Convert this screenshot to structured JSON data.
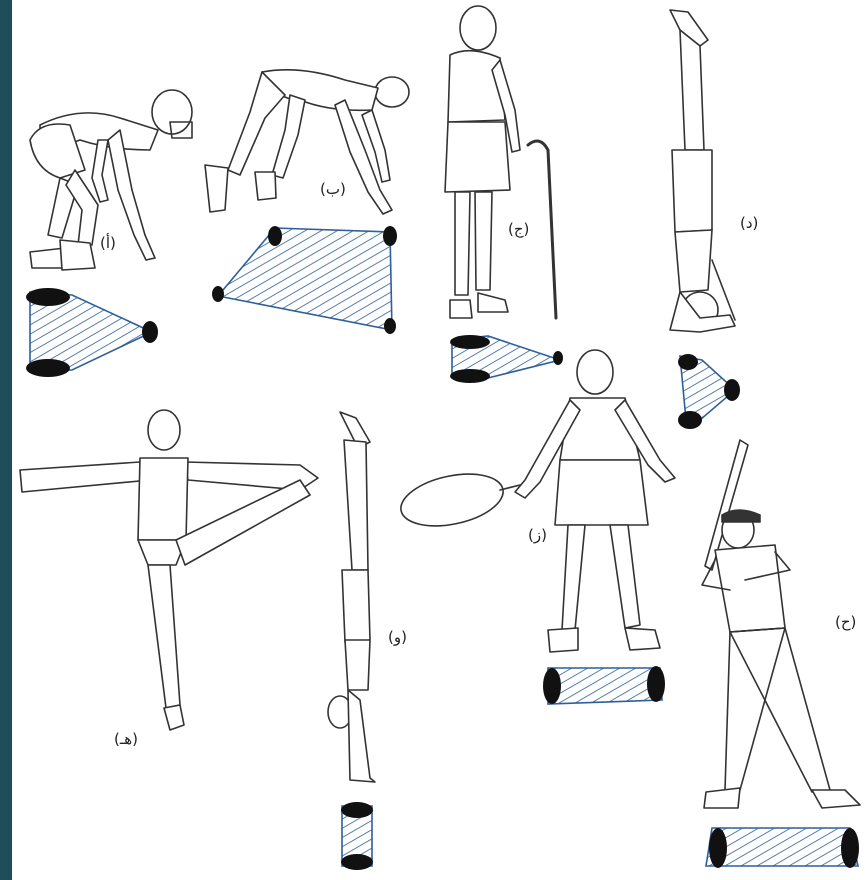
{
  "figure": {
    "labels": {
      "a": "(أ)",
      "b": "(ب)",
      "c": "(ج)",
      "d": "(د)",
      "e": "(هـ)",
      "f": "(و)",
      "g": "(ز)",
      "h": "(ح)"
    }
  },
  "colors": {
    "edge": "#1f4e5a",
    "hatch": "#2f5f9a",
    "pad": "#111111",
    "line": "#333333"
  }
}
